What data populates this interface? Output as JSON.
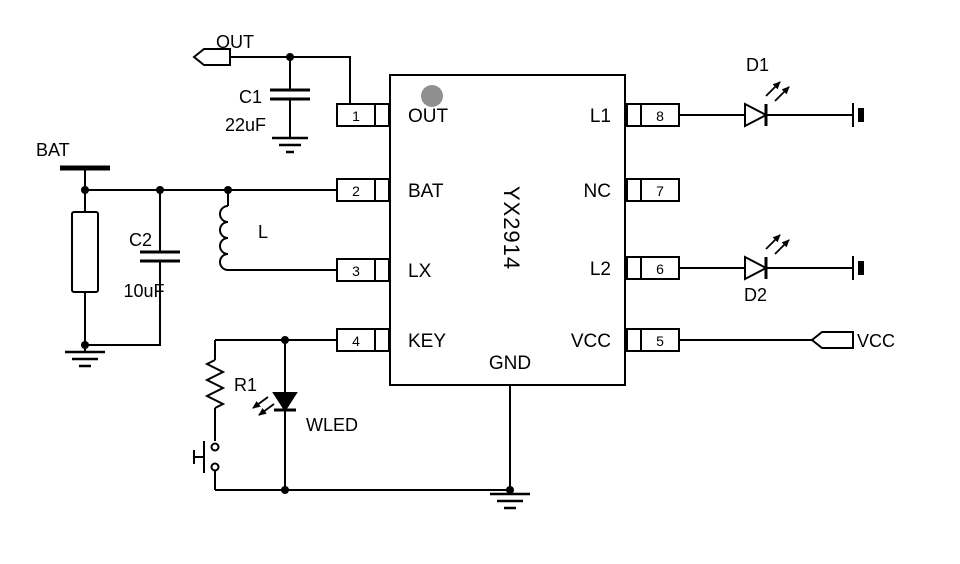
{
  "schematic": {
    "ic": {
      "part_number": "YX2914",
      "gnd_pin_label": "GND",
      "left_pins": [
        {
          "number": "1",
          "name": "OUT"
        },
        {
          "number": "2",
          "name": "BAT"
        },
        {
          "number": "3",
          "name": "LX"
        },
        {
          "number": "4",
          "name": "KEY"
        }
      ],
      "right_pins": [
        {
          "number": "8",
          "name": "L1"
        },
        {
          "number": "7",
          "name": "NC"
        },
        {
          "number": "6",
          "name": "L2"
        },
        {
          "number": "5",
          "name": "VCC"
        }
      ]
    },
    "components": {
      "c1": {
        "designator": "C1",
        "value": "22uF"
      },
      "c2": {
        "designator": "C2",
        "value": "10uF"
      },
      "inductor": {
        "designator": "L"
      },
      "r1": {
        "designator": "R1"
      },
      "wled": {
        "designator": "WLED"
      },
      "d1": {
        "designator": "D1"
      },
      "d2": {
        "designator": "D2"
      }
    },
    "ports": {
      "out_label": "OUT",
      "bat_label": "BAT",
      "vcc_label": "VCC"
    },
    "colors": {
      "wire": "#000000",
      "background": "#ffffff",
      "pin1_marker": "#8f8f8f"
    }
  }
}
